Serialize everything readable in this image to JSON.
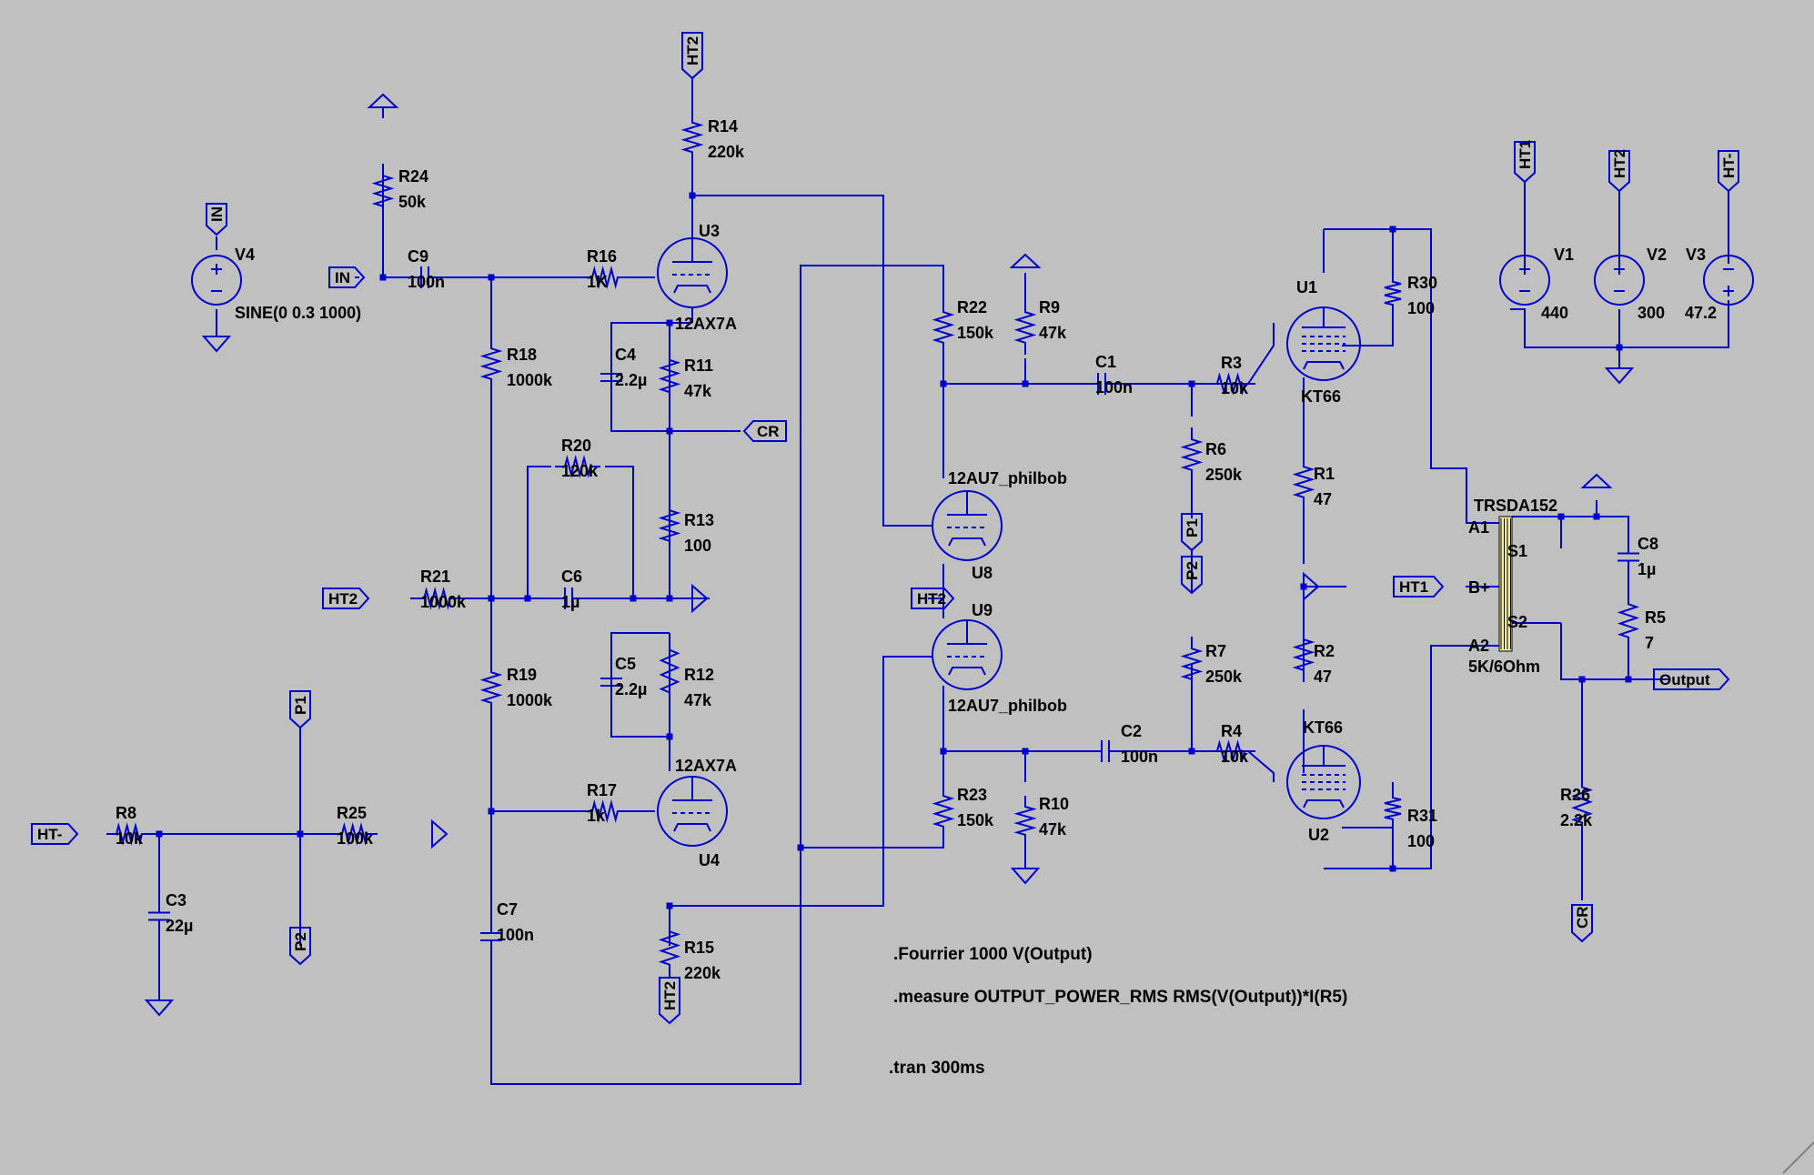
{
  "colors": {
    "background": "#c0c0c0",
    "wire": "#0000cc",
    "text": "#000000",
    "transformer": "#f5f0a0"
  },
  "components": {
    "R14": {
      "ref": "R14",
      "value": "220k"
    },
    "R24": {
      "ref": "R24",
      "value": "50k"
    },
    "R16": {
      "ref": "R16",
      "value": "1K"
    },
    "R18": {
      "ref": "R18",
      "value": "1000k"
    },
    "R11": {
      "ref": "R11",
      "value": "47k"
    },
    "R20": {
      "ref": "R20",
      "value": "120k"
    },
    "R13": {
      "ref": "R13",
      "value": "100"
    },
    "R21": {
      "ref": "R21",
      "value": "1000k"
    },
    "R19": {
      "ref": "R19",
      "value": "1000k"
    },
    "R12": {
      "ref": "R12",
      "value": "47k"
    },
    "R17": {
      "ref": "R17",
      "value": "1k"
    },
    "R15": {
      "ref": "R15",
      "value": "220k"
    },
    "R8": {
      "ref": "R8",
      "value": "10k"
    },
    "R25": {
      "ref": "R25",
      "value": "100k"
    },
    "R22": {
      "ref": "R22",
      "value": "150k"
    },
    "R9": {
      "ref": "R9",
      "value": "47k"
    },
    "R23": {
      "ref": "R23",
      "value": "150k"
    },
    "R10": {
      "ref": "R10",
      "value": "47k"
    },
    "R6": {
      "ref": "R6",
      "value": "250k"
    },
    "R7": {
      "ref": "R7",
      "value": "250k"
    },
    "R3": {
      "ref": "R3",
      "value": "10k"
    },
    "R4": {
      "ref": "R4",
      "value": "10k"
    },
    "R1": {
      "ref": "R1",
      "value": "47"
    },
    "R2": {
      "ref": "R2",
      "value": "47"
    },
    "R30": {
      "ref": "R30",
      "value": "100"
    },
    "R31": {
      "ref": "R31",
      "value": "100"
    },
    "R5": {
      "ref": "R5",
      "value": "7"
    },
    "R26": {
      "ref": "R26",
      "value": "2.2k"
    },
    "C9": {
      "ref": "C9",
      "value": "100n"
    },
    "C4": {
      "ref": "C4",
      "value": "2.2µ"
    },
    "C6": {
      "ref": "C6",
      "value": "1µ"
    },
    "C5": {
      "ref": "C5",
      "value": "2.2µ"
    },
    "C7": {
      "ref": "C7",
      "value": "100n"
    },
    "C3": {
      "ref": "C3",
      "value": "22µ"
    },
    "C1": {
      "ref": "C1",
      "value": "100n"
    },
    "C2": {
      "ref": "C2",
      "value": "100n"
    },
    "C8": {
      "ref": "C8",
      "value": "1µ"
    },
    "V4": {
      "ref": "V4",
      "value": "SINE(0 0.3 1000)"
    },
    "V1": {
      "ref": "V1",
      "value": "440"
    },
    "V2": {
      "ref": "V2",
      "value": "300"
    },
    "V3": {
      "ref": "V3",
      "value": "47.2"
    }
  },
  "tubes": {
    "U3": {
      "ref": "U3",
      "model": "12AX7A"
    },
    "U4": {
      "ref": "U4",
      "model": "12AX7A"
    },
    "U8": {
      "ref": "U8",
      "model": "12AU7_philbob"
    },
    "U9": {
      "ref": "U9",
      "model": "12AU7_philbob"
    },
    "U1": {
      "ref": "U1",
      "model": "KT66"
    },
    "U2": {
      "ref": "U2",
      "model": "KT66"
    }
  },
  "transformer": {
    "model": "TRSDA152",
    "value": "5K/6Ohm",
    "pins": {
      "a1": "A1",
      "b": "B+",
      "a2": "A2",
      "s1": "S1",
      "s2": "S2"
    }
  },
  "net_labels": {
    "ht1": "HT1",
    "ht2": "HT2",
    "ht_minus": "HT-",
    "in": "IN",
    "cr": "CR",
    "p1": "P1",
    "p2": "P2",
    "output": "Output"
  },
  "directives": {
    "fourier": ".Fourrier 1000 V(Output)",
    "measure": ".measure OUTPUT_POWER_RMS RMS(V(Output))*I(R5)",
    "tran": ".tran 300ms"
  }
}
